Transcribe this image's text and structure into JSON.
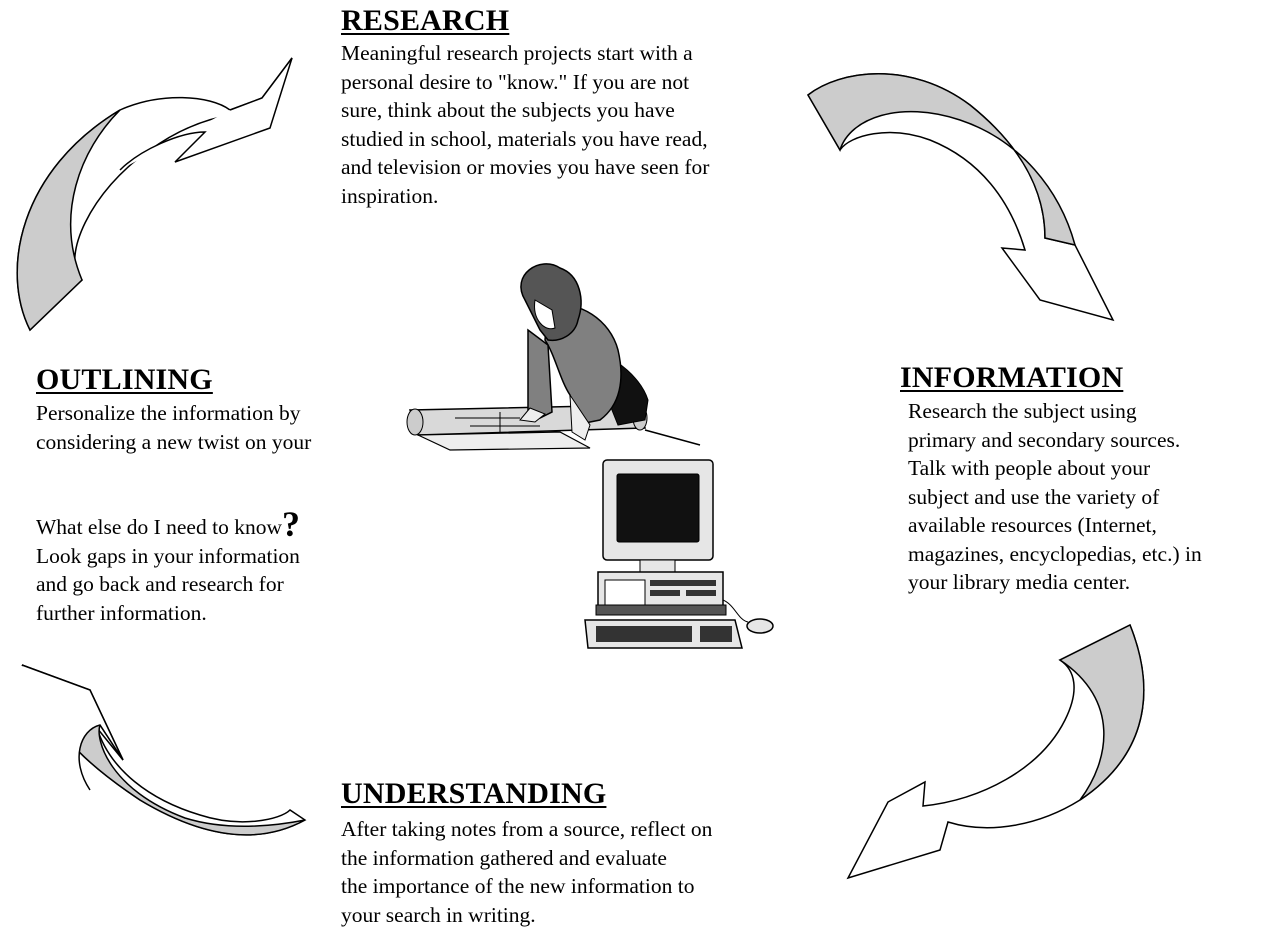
{
  "research": {
    "heading": "RESEARCH",
    "lines": [
      "Meaningful research projects start with a",
      "personal desire to \"know.\" If you are not",
      "sure, think about the subjects you have",
      "studied in school, materials you have read,",
      "and television or movies you have seen for",
      "inspiration."
    ]
  },
  "information": {
    "heading": "INFORMATION",
    "lines": [
      "Research the subject using",
      "primary and secondary sources.",
      "Talk with people about your",
      "subject and use the variety of",
      "available resources (Internet,",
      "magazines, encyclopedias, etc.) in",
      "your library media center."
    ]
  },
  "understanding": {
    "heading": "UNDERSTANDING",
    "lines": [
      "After taking notes from a source, reflect on",
      "the information gathered and evaluate",
      "the importance of the new information to",
      "your search in writing."
    ]
  },
  "outlining": {
    "heading": "OUTLINING",
    "lines": [
      "Personalize the information by",
      "considering a new twist on your"
    ],
    "question": "What else do I need to know",
    "question_mark": "?",
    "lines2": [
      "Look gaps in your information",
      "and go back and research for",
      "further information."
    ]
  },
  "colors": {
    "arrow_fill": "#cccccc",
    "stroke": "#000000"
  }
}
